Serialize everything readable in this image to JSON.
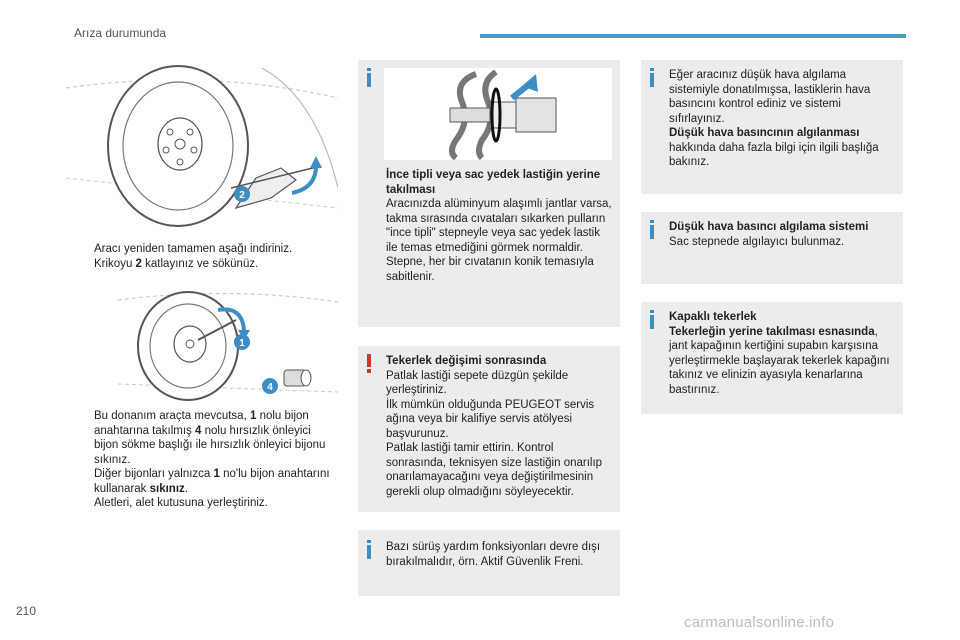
{
  "header": {
    "title": "Arıza durumunda"
  },
  "page_number": "210",
  "watermark": "carmanualsonline.info",
  "colors": {
    "accent": "#4b9bc4",
    "info": "#3d8ec3",
    "warning": "#d9322e",
    "box_bg": "#ececec"
  },
  "illustrations": [
    {
      "callouts": [
        "2"
      ]
    },
    {
      "callouts": [
        "1",
        "4"
      ]
    }
  ],
  "left_list_1": [
    {
      "marker": "",
      "text": "Aracı yeniden tamamen aşağı indiriniz."
    },
    {
      "marker": "",
      "pre": "Krikoyu ",
      "bold": "2",
      "post": " katlayınız ve sökünüz."
    }
  ],
  "left_list_2": [
    {
      "marker": "",
      "pre": "Bu donanım araçta mevcutsa, ",
      "bold": "1",
      "post": " nolu bijon anahtarına takılmış ",
      "bold2": "4",
      "post2": " nolu hırsızlık önleyici bijon sökme başlığı ile hırsızlık önleyici bijonu sıkınız."
    },
    {
      "marker": "",
      "pre": "Diğer bijonları yalnızca ",
      "bold": "1",
      "post": " no'lu bijon anahtarını kullanarak ",
      "bold2": "sıkınız",
      "post2": "."
    },
    {
      "marker": "",
      "text": "Aletleri, alet kutusuna yerleştiriniz."
    }
  ],
  "box_thin_wheel": {
    "title": "İnce tipli veya sac yedek lastiğin yerine takılması",
    "body": "Aracınızda alüminyum alaşımlı jantlar varsa, takma sırasında cıvataları sıkarken pulların \"ince tipli\" stepneyle veya sac yedek lastik ile temas etmediğini görmek normaldir. Stepne, her bir cıvatanın konik temasıyla sabitlenir."
  },
  "box_after_change": {
    "title": "Tekerlek değişimi sonrasında",
    "lines": [
      "Patlak lastiği sepete düzgün şekilde yerleştiriniz.",
      "İlk mümkün olduğunda PEUGEOT servis ağına veya bir kalifiye servis atölyesi başvurunuz.",
      "Patlak lastiği tamir ettirin. Kontrol sonrasında, teknisyen size lastiğin onarılıp onarılamayacağını veya değiştirilmesinin gerekli olup olmadığını söyleyecektir."
    ]
  },
  "box_driving_aids": {
    "body": "Bazı sürüş yardım fonksiyonları devre dışı bırakılmalıdır, örn. Aktif Güvenlik Freni."
  },
  "box_low_pressure": {
    "body": "Eğer aracınız düşük hava algılama sistemiyle donatılmışsa, lastiklerin hava basıncını kontrol ediniz ve sistemi sıfırlayınız.",
    "bold_title": "Düşük hava basıncının algılanması",
    "body2": "hakkında daha fazla bilgi için ilgili başlığa bakınız."
  },
  "box_no_sensor": {
    "title": "Düşük hava basıncı algılama sistemi",
    "body": "Sac stepnede algılayıcı bulunmaz."
  },
  "box_hubcap": {
    "title": "Kapaklı tekerlek",
    "subtitle": "Tekerleğin yerine takılması esnasında",
    "subtitle_post": ",",
    "body": "jant kapağının kertiğini supabın karşısına yerleştirmekle başlayarak tekerlek kapağını takınız ve elinizin ayasıyla kenarlarına bastırınız."
  }
}
